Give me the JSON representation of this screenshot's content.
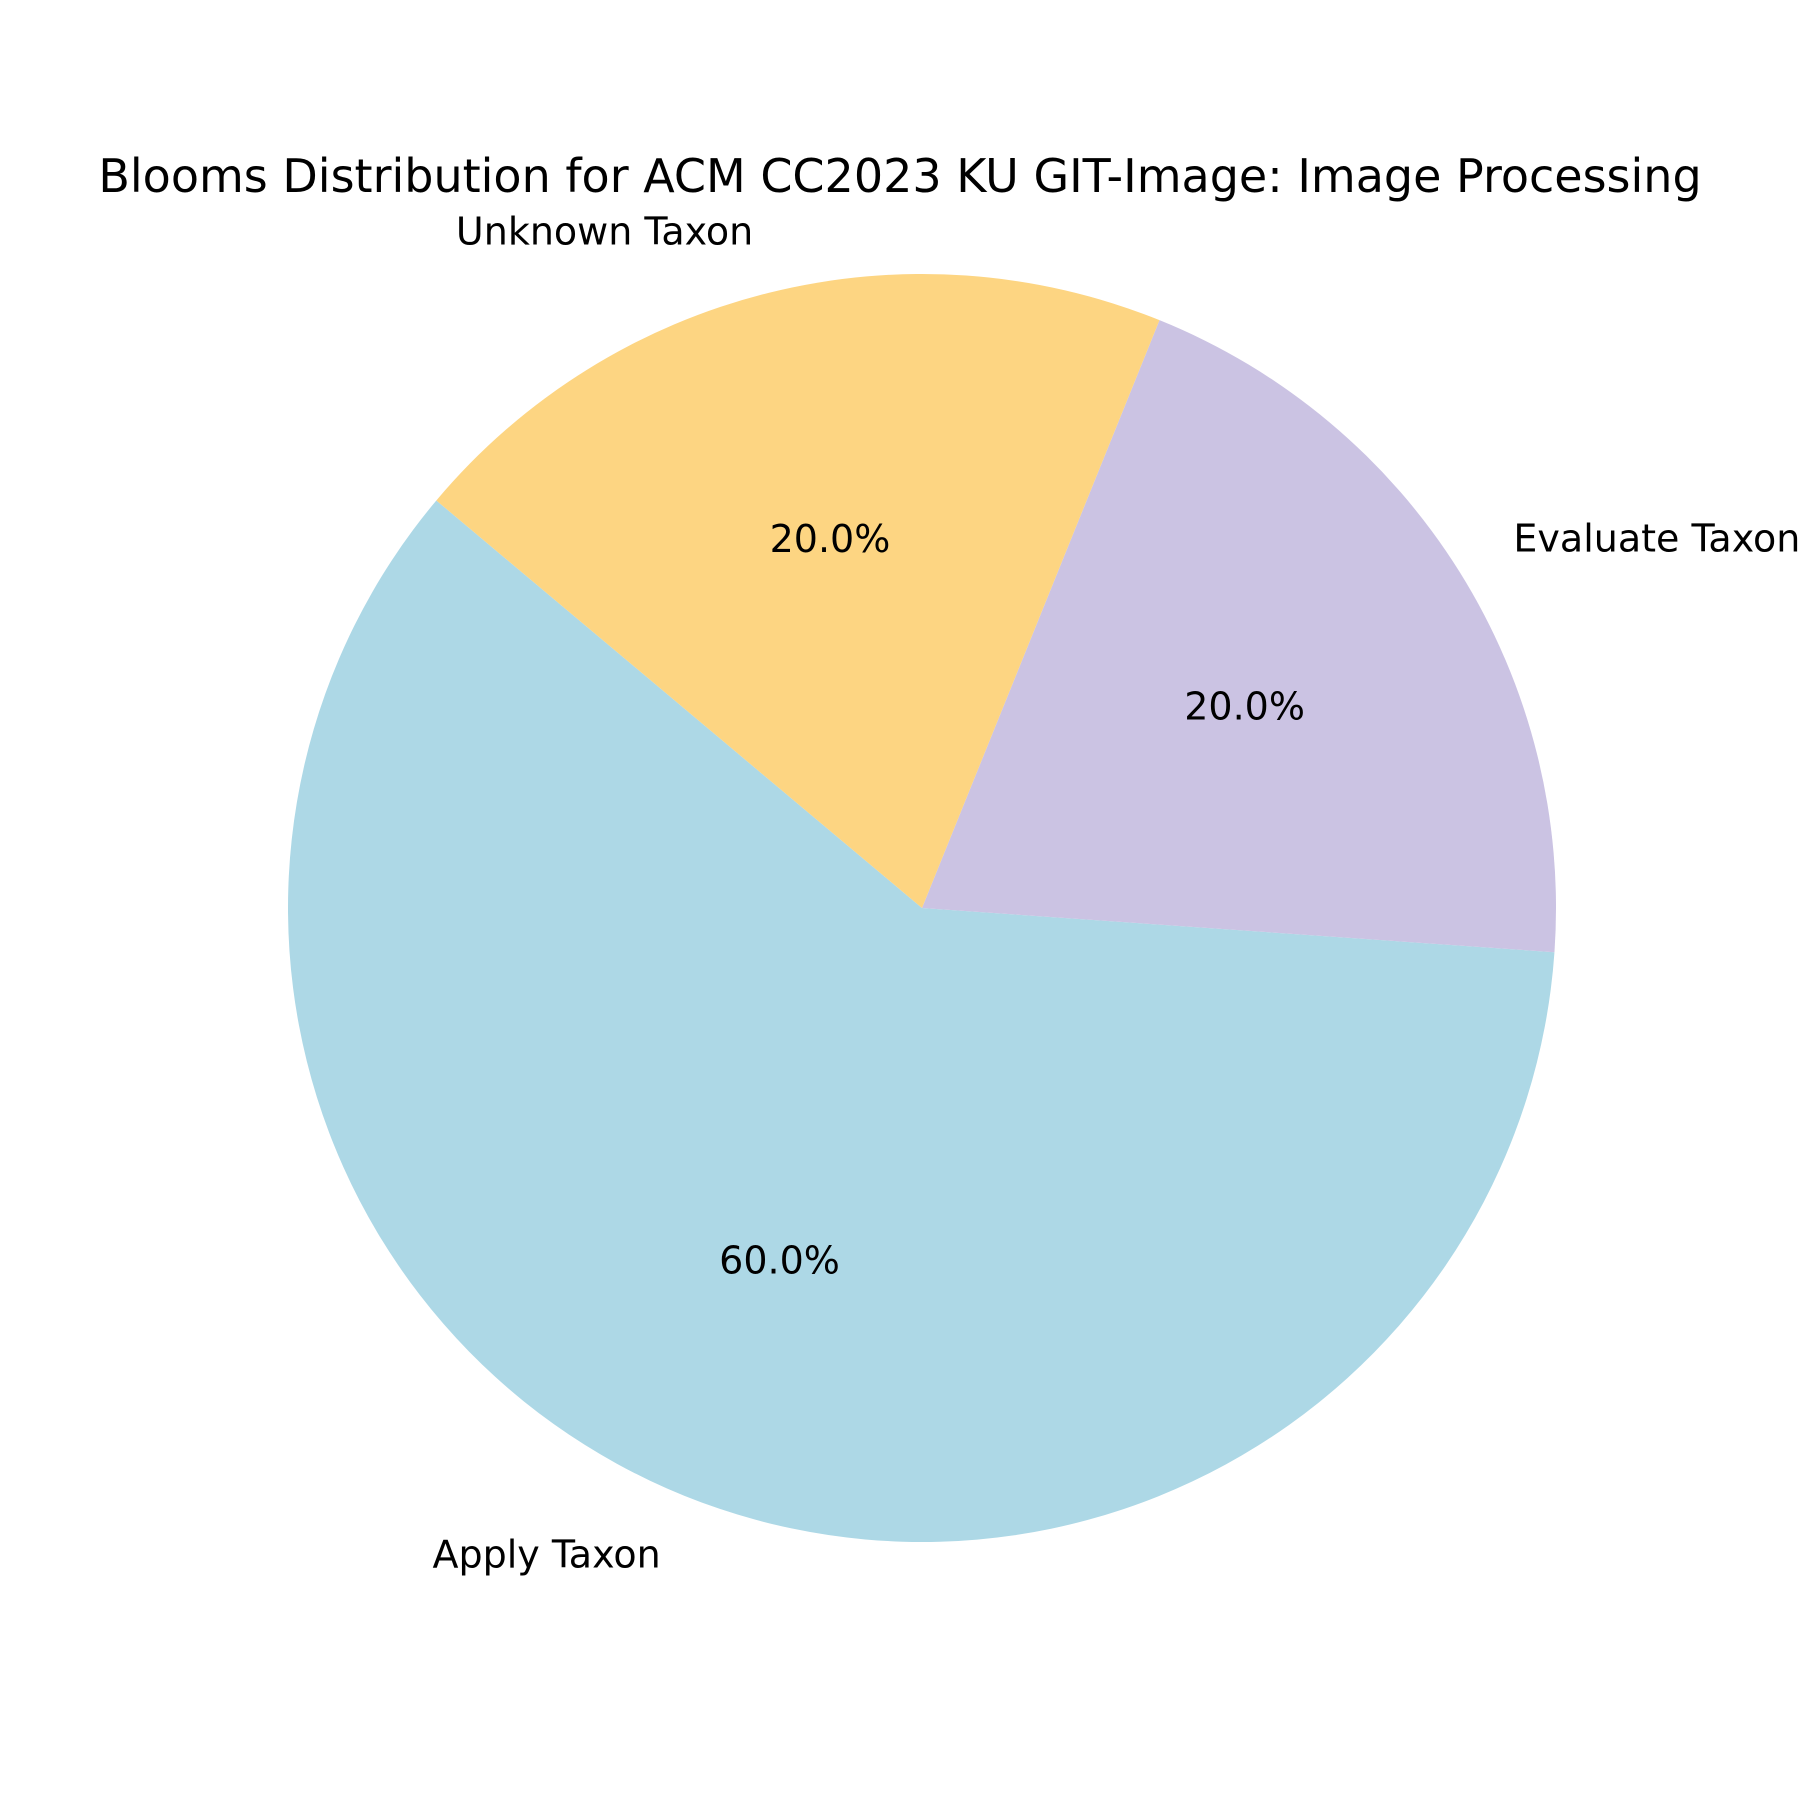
{
  "chart_data": {
    "type": "pie",
    "title": "Blooms Distribution for ACM CC2023 KU GIT-Image: Image Processing",
    "categories": [
      "Apply Taxon",
      "Evaluate Taxon",
      "Unknown Taxon"
    ],
    "values": [
      60.0,
      20.0,
      20.0
    ],
    "percent_labels": [
      "60.0%",
      "20.0%",
      "20.0%"
    ],
    "colors": [
      "#add8e6",
      "#cbc3e3",
      "#fdd582"
    ],
    "start_angle_deg": 140,
    "direction": "counterclockwise",
    "legend": "none"
  }
}
